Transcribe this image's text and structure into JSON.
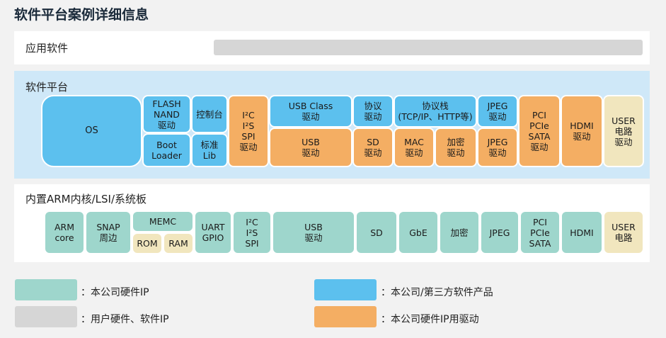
{
  "title": "软件平台案例详细信息",
  "app": {
    "label": "应用软件"
  },
  "platform": {
    "label": "软件平台",
    "os": "OS",
    "flash": "FLASH\nNAND\n驱动",
    "boot": "Boot\nLoader",
    "console": "控制台",
    "lib": "标准\nLib",
    "i2c": "I²C\nI²S\nSPI\n驱动",
    "usb_class": "USB Class\n驱动",
    "usb": "USB\n驱动",
    "proto": "协议\n驱动",
    "sd": "SD\n驱动",
    "stack": "协议栈\n(TCP/IP、HTTP等)",
    "mac": "MAC\n驱动",
    "crypto": "加密\n驱动",
    "jpeg_top": "JPEG\n驱动",
    "jpeg_bot": "JPEG\n驱动",
    "pci": "PCI\nPCIe\nSATA\n驱动",
    "hdmi": "HDMI\n驱动",
    "user": "USER\n电路\n驱动"
  },
  "hardware": {
    "label": "内置ARM内核/LSI/系统板",
    "arm": "ARM\ncore",
    "snap": "SNAP\n周边",
    "memc": "MEMC",
    "rom": "ROM",
    "ram": "RAM",
    "uart": "UART\nGPIO",
    "i2c": "I²C\nI²S\nSPI",
    "usb": "USB\n驱动",
    "sd": "SD",
    "gbe": "GbE",
    "crypto": "加密",
    "jpeg": "JPEG",
    "pci": "PCI\nPCIe\nSATA",
    "hdmi": "HDMI",
    "user": "USER\n电路"
  },
  "legend": [
    {
      "text": "：本公司硬件IP",
      "color": "#9ed6cc"
    },
    {
      "text": "：本公司/第三方软件产品",
      "color": "#5cc0ee"
    },
    {
      "text": "：用户硬件、软件IP",
      "color": "#d6d6d6"
    },
    {
      "text": "：本公司硬件IP用驱动",
      "color": "#f4ae63"
    }
  ]
}
